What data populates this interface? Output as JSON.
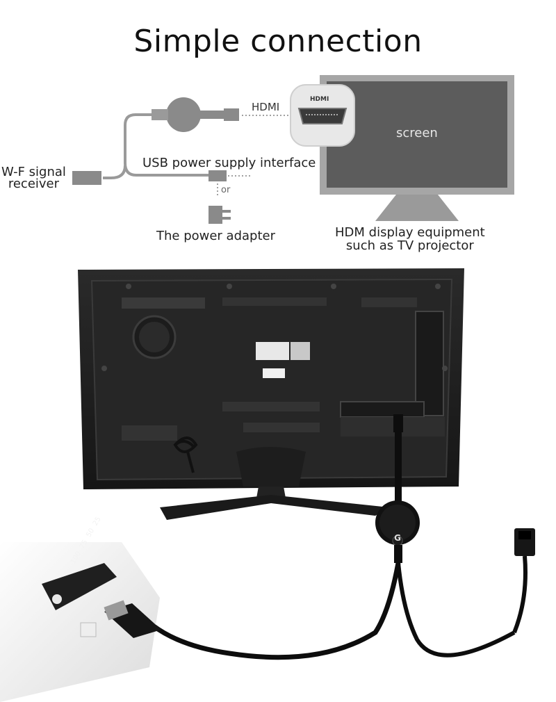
{
  "title": "Simple connection",
  "diagram": {
    "hdmi_label": "HDMI",
    "port_label": "HDMI",
    "screen_label": "screen",
    "usb_label": "USB power supply interface",
    "wifi_label_line1": "W-F signal",
    "wifi_label_line2": "receiver",
    "or_label": "or",
    "adapter_label": "The power adapter",
    "display_label_line1": "HDM display equipment",
    "display_label_line2": "such as TV projector"
  },
  "photo": {
    "dongle_logo": "G",
    "powerbank_levels": [
      "100",
      "75",
      "50",
      "25"
    ]
  },
  "colors": {
    "diagram_gray": "#9a9a9a",
    "screen_fill": "#5c5c5c",
    "screen_frame": "#a6a6a6",
    "tv_body": "#1e1e1e",
    "dongle": "#111111"
  }
}
